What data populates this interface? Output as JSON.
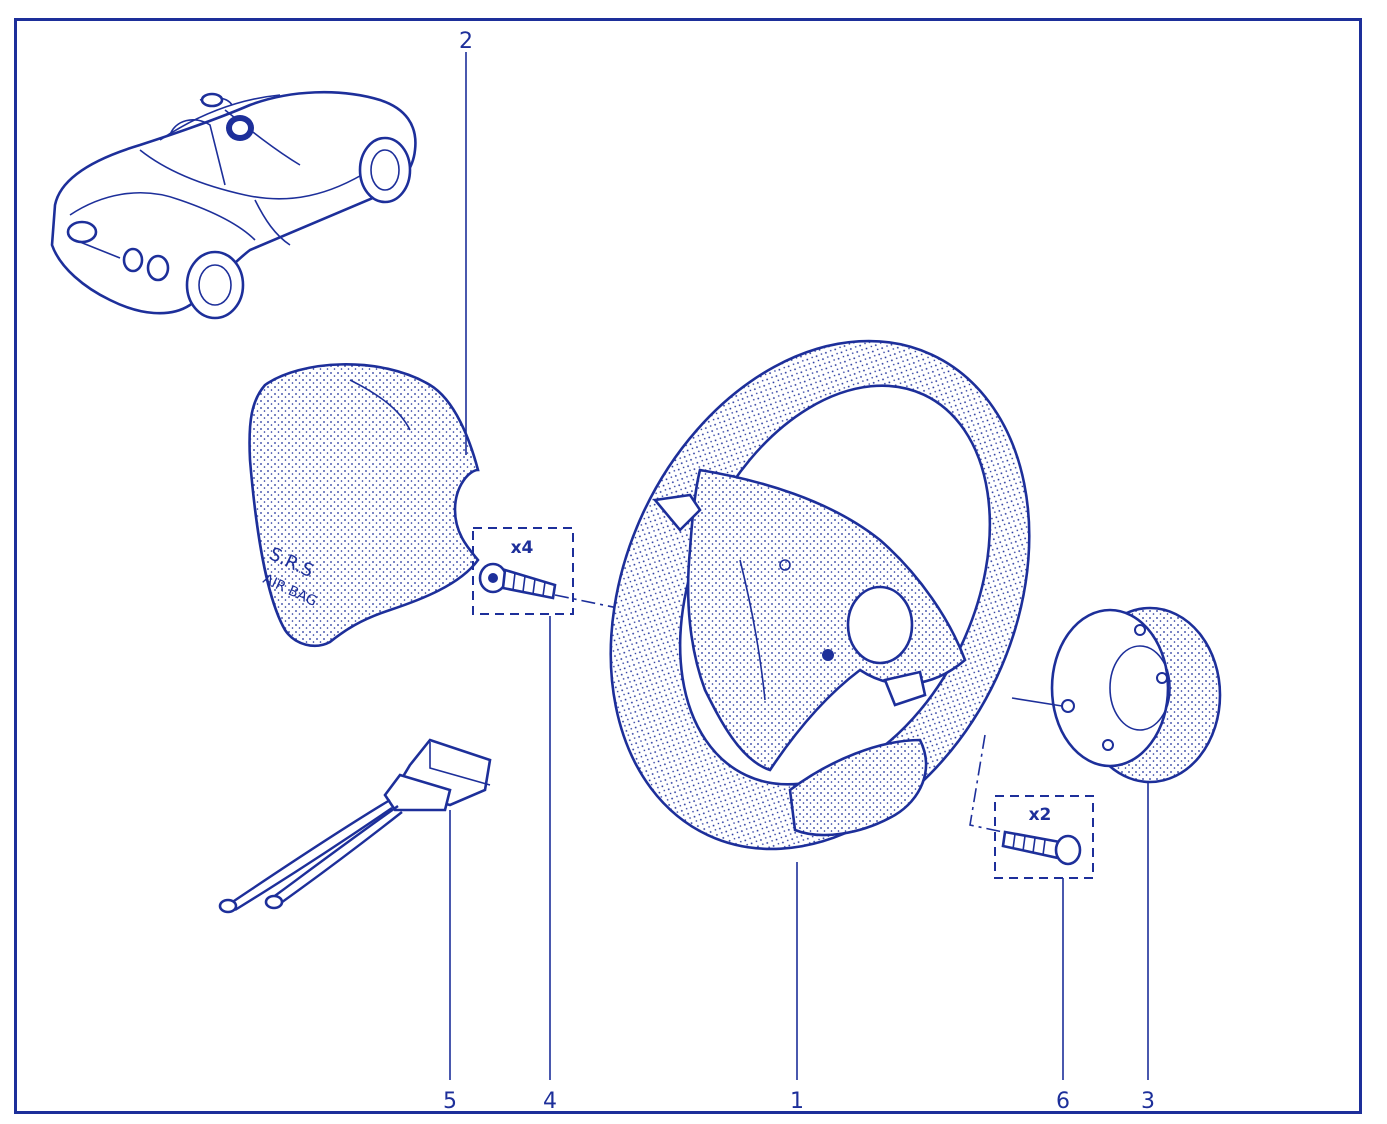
{
  "callouts": {
    "c1": "1",
    "c2": "2",
    "c3": "3",
    "c4": "4",
    "c5": "5",
    "c6": "6"
  },
  "quantities": {
    "screw_set_4": "x4",
    "screw_set_6": "x2"
  },
  "airbag_label": {
    "line1": "S.R.S",
    "line2": "AIR BAG"
  },
  "colors": {
    "ink": "#1d2f9a",
    "paper": "#ffffff"
  }
}
